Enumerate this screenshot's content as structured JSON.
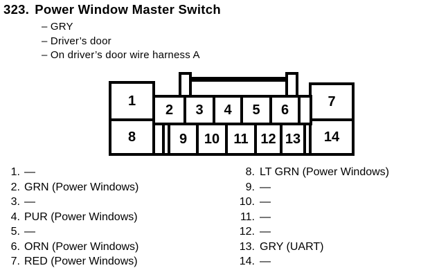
{
  "header": {
    "number": "323.",
    "title": "Power Window Master Switch",
    "bullets": [
      "– GRY",
      "– Driver’s door",
      "– On driver’s door wire harness A"
    ]
  },
  "connector": {
    "pins": [
      "1",
      "2",
      "3",
      "4",
      "5",
      "6",
      "7",
      "8",
      "9",
      "10",
      "11",
      "12",
      "13",
      "14"
    ]
  },
  "legend": {
    "left": [
      {
        "num": "1.",
        "label": "—"
      },
      {
        "num": "2.",
        "label": "GRN (Power Windows)"
      },
      {
        "num": "3.",
        "label": "—"
      },
      {
        "num": "4.",
        "label": "PUR (Power Windows)"
      },
      {
        "num": "5.",
        "label": "—"
      },
      {
        "num": "6.",
        "label": "ORN (Power Windows)"
      },
      {
        "num": "7.",
        "label": "RED (Power Windows)"
      }
    ],
    "right": [
      {
        "num": "8.",
        "label": "LT GRN (Power Windows)"
      },
      {
        "num": "9.",
        "label": "—"
      },
      {
        "num": "10.",
        "label": "—"
      },
      {
        "num": "11.",
        "label": "—"
      },
      {
        "num": "12.",
        "label": "—"
      },
      {
        "num": "13.",
        "label": "GRY (UART)"
      },
      {
        "num": "14.",
        "label": "—"
      }
    ]
  },
  "colors": {
    "ink": "#000000",
    "paper": "#ffffff"
  }
}
